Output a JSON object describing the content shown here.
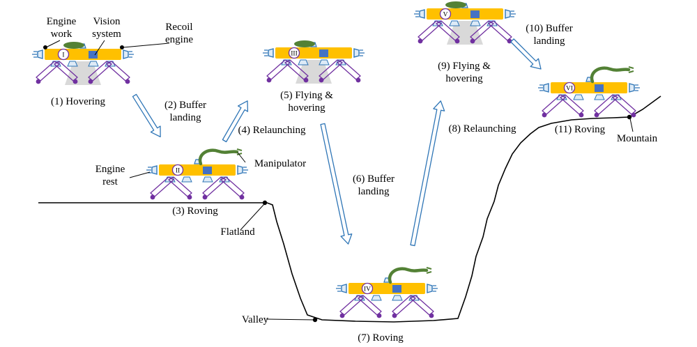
{
  "diagram": {
    "annotations": {
      "engine_work": "Engine work",
      "vision_system": "Vision system",
      "recoil_engine": "Recoil engine",
      "engine_rest": "Engine rest",
      "manipulator": "Manipulator"
    },
    "terrain": {
      "flatland": "Flatland",
      "valley": "Valley",
      "mountain": "Mountain"
    },
    "phases": {
      "p1": "(1) Hovering",
      "p2": "(2) Buffer landing",
      "p3": "(3) Roving",
      "p4": "(4) Relaunching",
      "p5": "(5) Flying & hovering",
      "p6": "(6) Buffer landing",
      "p7": "(7) Roving",
      "p8": "(8) Relaunching",
      "p9": "(9) Flying & hovering",
      "p10": "(10) Buffer landing",
      "p11": "(11) Roving"
    },
    "robots": [
      {
        "numeral": "I",
        "state": "hovering"
      },
      {
        "numeral": "II",
        "state": "roving"
      },
      {
        "numeral": "III",
        "state": "flying-hovering"
      },
      {
        "numeral": "IV",
        "state": "roving"
      },
      {
        "numeral": "V",
        "state": "flying-hovering"
      },
      {
        "numeral": "VI",
        "state": "roving"
      }
    ],
    "colors": {
      "body": "#FFC000",
      "payload": "#4472C4",
      "thruster": "#2E75B6",
      "legs": "#7030A0",
      "arm": "#538135",
      "plume": "#D9D9D9",
      "arrow_outline": "#2E75B6",
      "terrain_line": "#000000"
    }
  }
}
